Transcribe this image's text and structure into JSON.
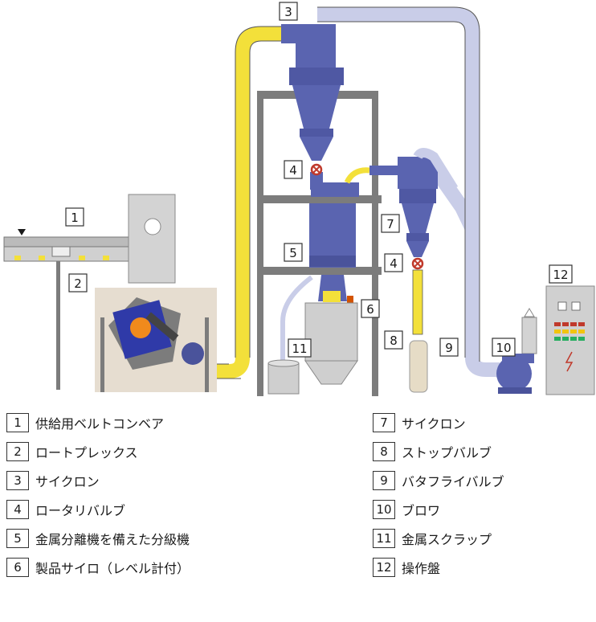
{
  "callouts": [
    "1",
    "2",
    "3",
    "4",
    "5",
    "6",
    "7",
    "4",
    "8",
    "9",
    "10",
    "11",
    "12"
  ],
  "legend_left": [
    {
      "num": "1",
      "label": "供給用ベルトコンベア"
    },
    {
      "num": "2",
      "label": "ロートプレックス"
    },
    {
      "num": "3",
      "label": "サイクロン"
    },
    {
      "num": "4",
      "label": "ロータリバルブ"
    },
    {
      "num": "5",
      "label": "金属分離機を備えた分級機"
    },
    {
      "num": "6",
      "label": "製品サイロ（レベル計付）"
    }
  ],
  "legend_right": [
    {
      "num": "7",
      "label": "サイクロン"
    },
    {
      "num": "8",
      "label": "ストップバルブ"
    },
    {
      "num": "9",
      "label": "バタフライバルブ"
    },
    {
      "num": "10",
      "label": "ブロワ"
    },
    {
      "num": "11",
      "label": "金属スクラップ"
    },
    {
      "num": "12",
      "label": "操作盤"
    }
  ],
  "colors": {
    "pipe_yellow": "#f3e03a",
    "pipe_lavender": "#c9cde8",
    "equipment_blue": "#5a64b0",
    "frame_gray": "#7c7c7c",
    "housing_gray": "#d3d3d3",
    "base_beige": "#e6ddd0",
    "silo_gray": "#cfcfcf",
    "bag_beige": "#e6dcc6"
  }
}
